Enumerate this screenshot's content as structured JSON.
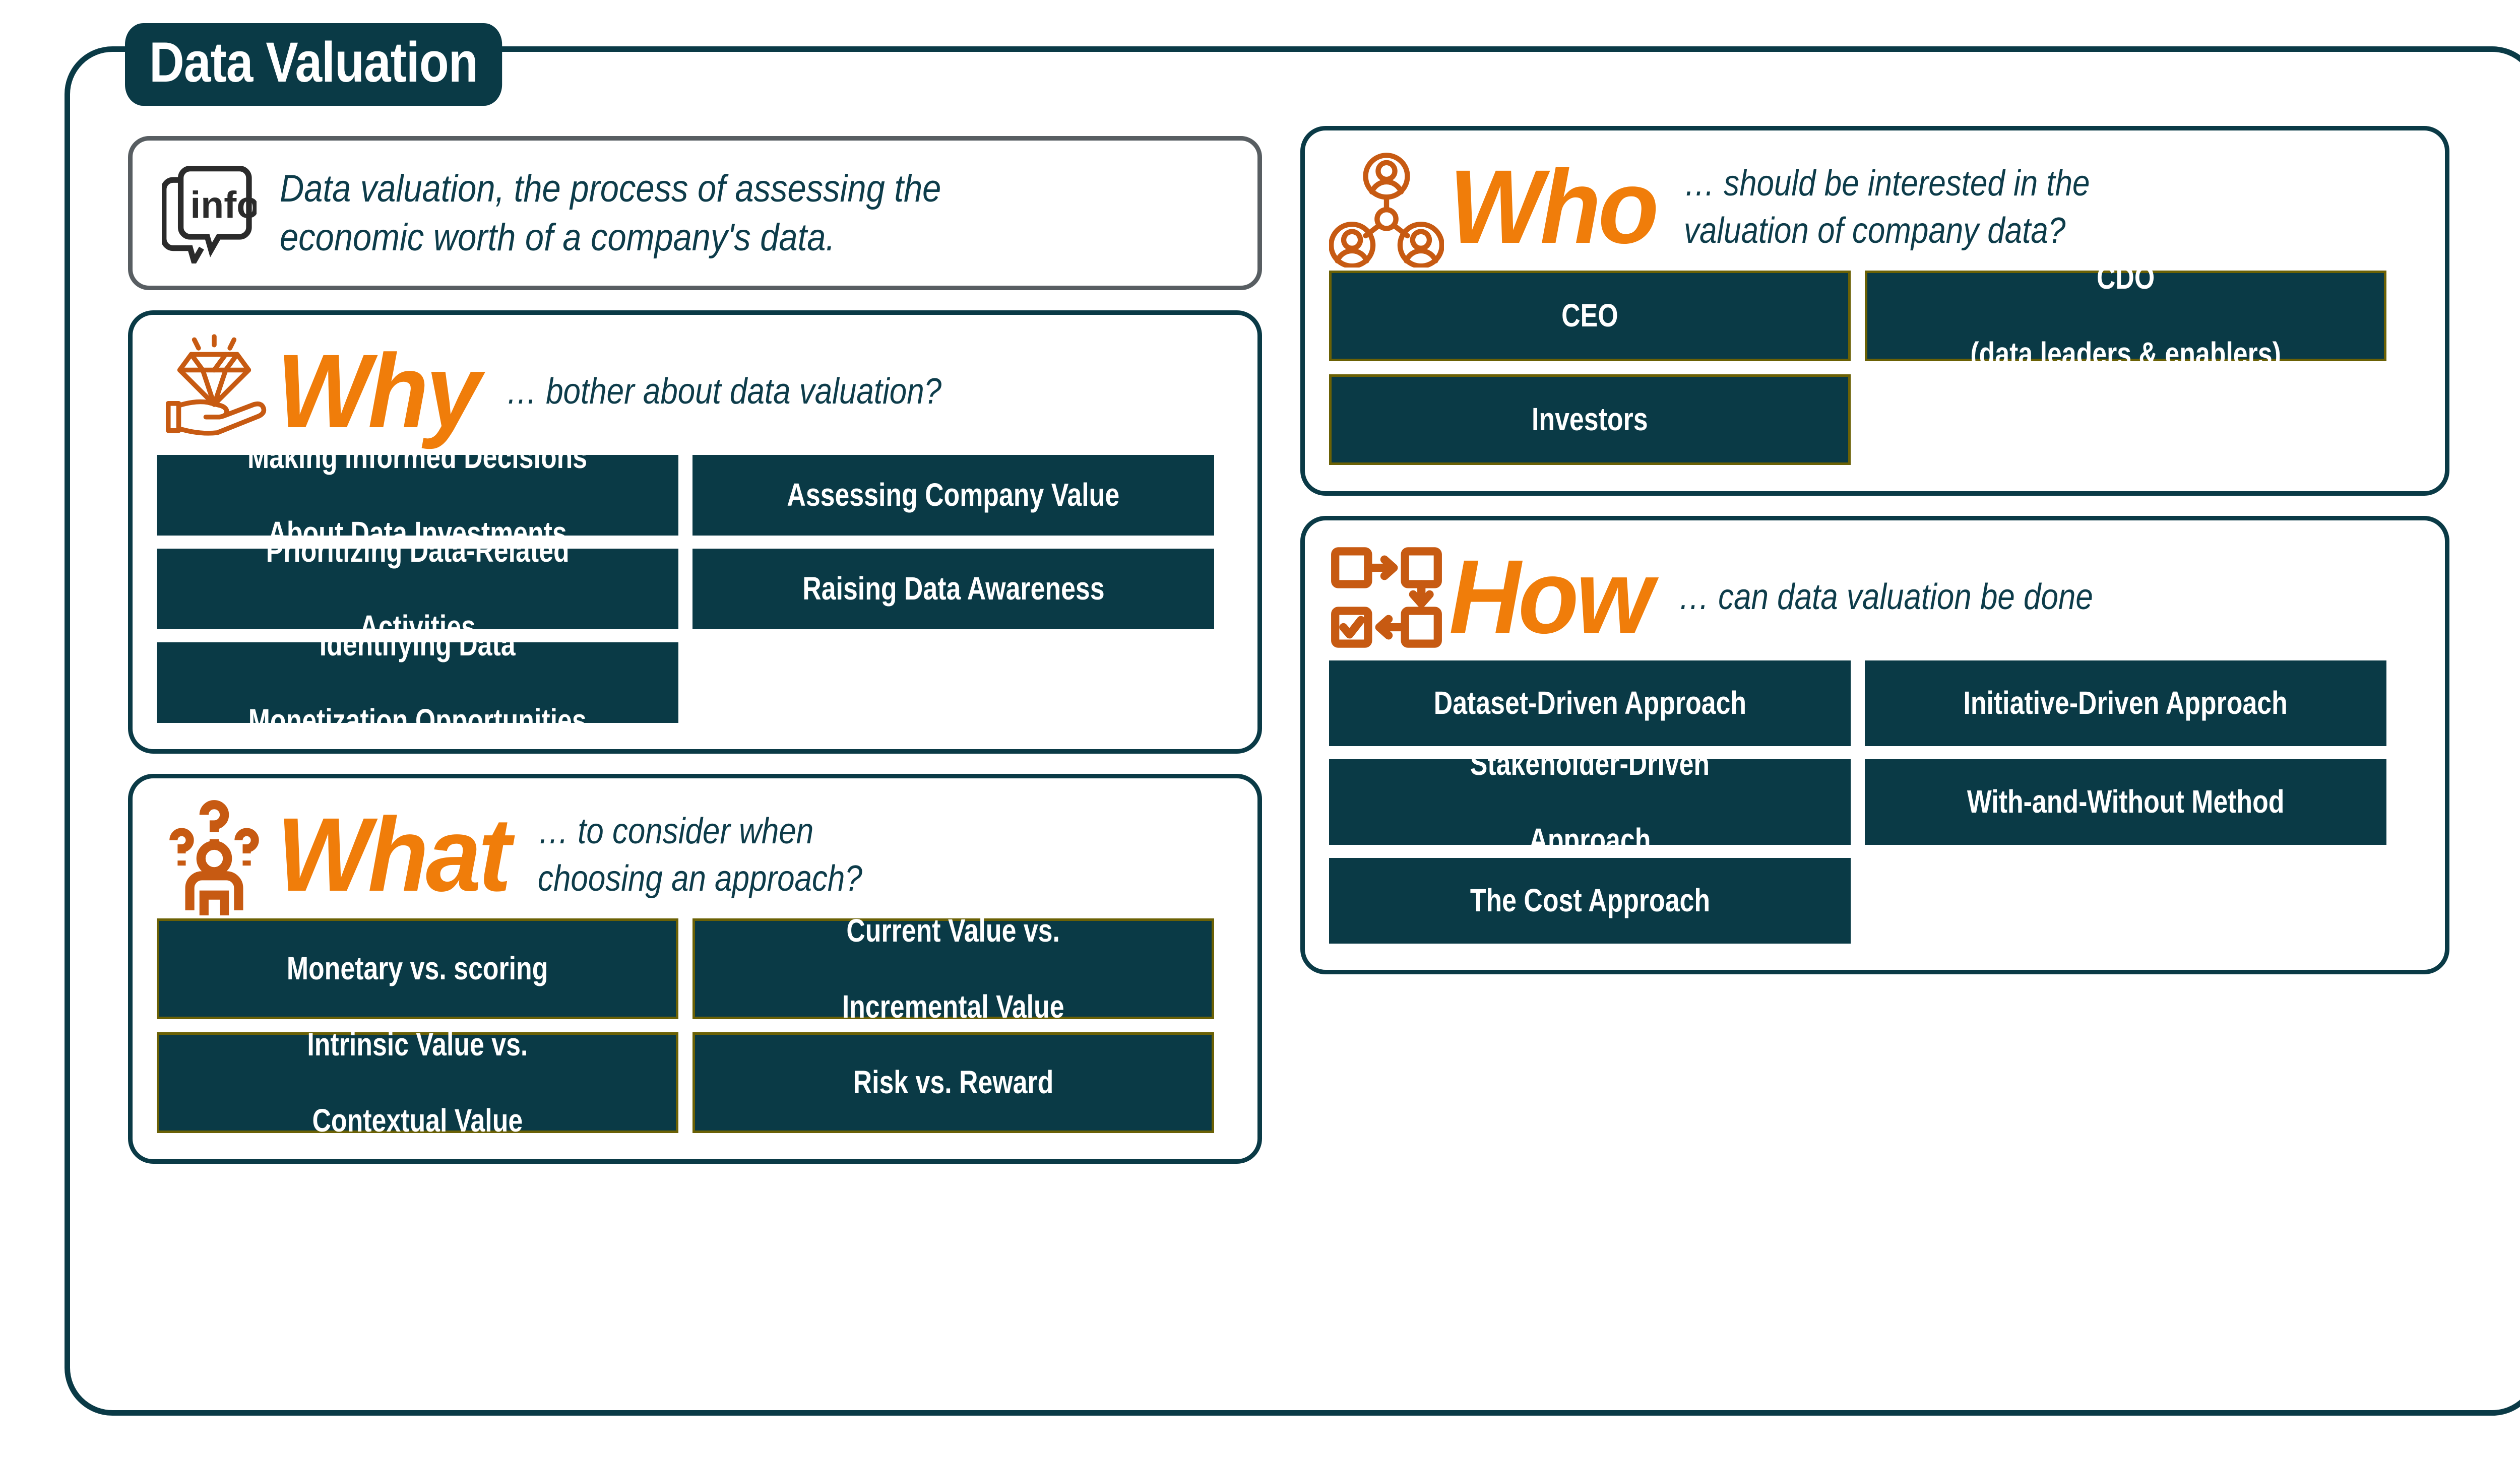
{
  "title": "Data Valuation",
  "colors": {
    "teal": "#0a3a46",
    "orange": "#F07D0A",
    "icon_orange": "#C75A12",
    "olive_border": "#6b6105",
    "gray_border": "#585e62",
    "tile_text": "#ffffff"
  },
  "info": {
    "icon": "info-speech-bubble-icon",
    "line1": "Data valuation, the process of assessing the",
    "line2": "economic worth of a company's data."
  },
  "sections": [
    {
      "id": "why",
      "icon": "diamond-in-hand-icon",
      "word": "Why",
      "subtitle": "… bother about data valuation?",
      "subtitle_lines": [
        "… bother about data valuation?"
      ],
      "tiles_bordered": false,
      "tiles": [
        "Making Informed Decisions About Data Investments",
        "Assessing Company Value",
        "Prioritizing Data-Related Activities",
        "Raising Data Awareness",
        "Identifying Data Monetization Opportunities"
      ]
    },
    {
      "id": "what",
      "icon": "person-with-question-marks-icon",
      "word": "What",
      "subtitle": "… to consider when choosing an approach?",
      "subtitle_lines": [
        "… to consider when",
        "choosing an approach?"
      ],
      "tiles_bordered": true,
      "tiles": [
        "Monetary vs. scoring",
        "Current Value vs. Incremental Value",
        "Intrinsic Value vs. Contextual Value",
        "Risk vs. Reward"
      ]
    },
    {
      "id": "who",
      "icon": "people-network-icon",
      "word": "Who",
      "subtitle": "… should be interested in the valuation of company data?",
      "subtitle_lines": [
        "… should be interested in the",
        "valuation of company data?"
      ],
      "tiles_bordered": true,
      "tiles": [
        "CEO",
        "CDO (data leaders & enablers)",
        "Investors"
      ]
    },
    {
      "id": "how",
      "icon": "process-flow-checkmark-icon",
      "word": "How",
      "subtitle": "… can data valuation be done",
      "subtitle_lines": [
        "… can data valuation be done"
      ],
      "tiles_bordered": false,
      "tiles": [
        "Dataset-Driven Approach",
        "Initiative-Driven Approach",
        "Stakeholder-Driven Approach",
        "With-and-Without Method",
        "The Cost Approach"
      ]
    }
  ],
  "tile_lines": {
    "why": [
      [
        "Making Informed Decisions",
        "About Data Investments"
      ],
      [
        "Assessing Company Value"
      ],
      [
        "Prioritizing Data-Related",
        "Activities"
      ],
      [
        "Raising Data Awareness"
      ],
      [
        "Identifying Data",
        "Monetization Opportunities"
      ]
    ],
    "what": [
      [
        "Monetary vs. scoring"
      ],
      [
        "Current Value vs.",
        "Incremental Value"
      ],
      [
        "Intrinsic Value vs.",
        "Contextual Value"
      ],
      [
        "Risk vs. Reward"
      ]
    ],
    "who": [
      [
        "CEO"
      ],
      [
        "CDO",
        "(data leaders & enablers)"
      ],
      [
        "Investors"
      ]
    ],
    "how": [
      [
        "Dataset-Driven Approach"
      ],
      [
        "Initiative-Driven Approach"
      ],
      [
        "Stakeholder-Driven",
        "Approach"
      ],
      [
        "With-and-Without Method"
      ],
      [
        "The Cost Approach"
      ]
    ]
  }
}
